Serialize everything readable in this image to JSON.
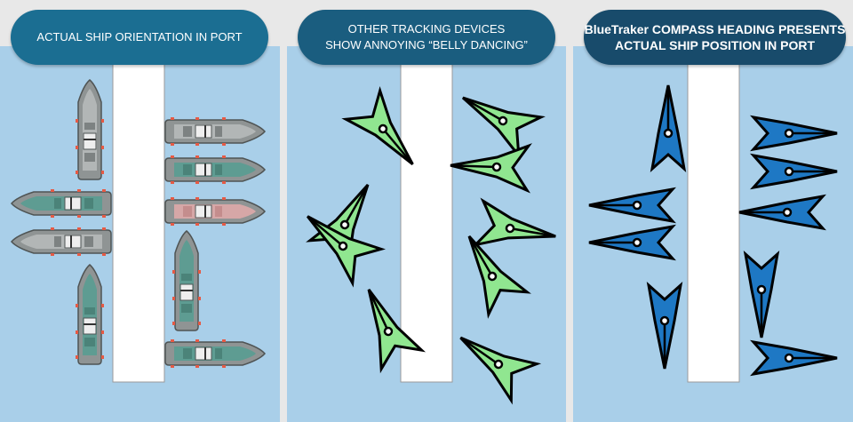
{
  "panels": [
    {
      "title_lines": [
        "ACTUAL SHIP ORIENTATION IN PORT"
      ],
      "colors": {
        "water": "#a9cfe9",
        "title_bg": "#1b6e92"
      }
    },
    {
      "title_lines": [
        "OTHER TRACKING DEVICES",
        "SHOW ANNOYING “BELLY DANCING”"
      ],
      "colors": {
        "water": "#a9cfe9",
        "title_bg": "#1a5d7f",
        "marker": "#90e690"
      }
    },
    {
      "title_lines": [
        "BlueTraker COMPASS HEADING PRESENTS",
        "ACTUAL SHIP POSITION IN PORT"
      ],
      "colors": {
        "water": "#a9cfe9",
        "title_bg": "#184b6b",
        "marker": "#1e78c4"
      }
    }
  ]
}
